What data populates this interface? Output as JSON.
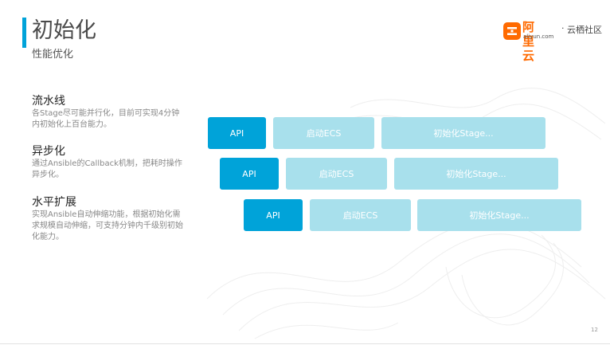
{
  "slide": {
    "title": "初始化",
    "subtitle": "性能优化",
    "page_number": "12"
  },
  "logo": {
    "name_cn": "阿里云",
    "domain": "aliyun.com",
    "separator": "·",
    "community": "云栖社区",
    "color": "#ff6a00"
  },
  "features": [
    {
      "title": "流水线",
      "description": "各Stage尽可能并行化，目前可实现4分钟内初始化上百台能力。"
    },
    {
      "title": "异步化",
      "description": "通过Ansible的Callback机制，把耗时操作异步化。"
    },
    {
      "title": "水平扩展",
      "description": "实现Ansible自动伸缩功能，根据初始化需求规模自动伸缩，可支持分钟内千级别初始化能力。"
    }
  ],
  "pipeline": {
    "rows": [
      {
        "api": "API",
        "start": "启动ECS",
        "init": "初始化Stage..."
      },
      {
        "api": "API",
        "start": "启动ECS",
        "init": "初始化Stage..."
      },
      {
        "api": "API",
        "start": "启动ECS",
        "init": "初始化Stage..."
      }
    ],
    "colors": {
      "api": "#00a3d9",
      "stage": "#a8e0ec"
    }
  },
  "accent_color": "#00a3d9"
}
